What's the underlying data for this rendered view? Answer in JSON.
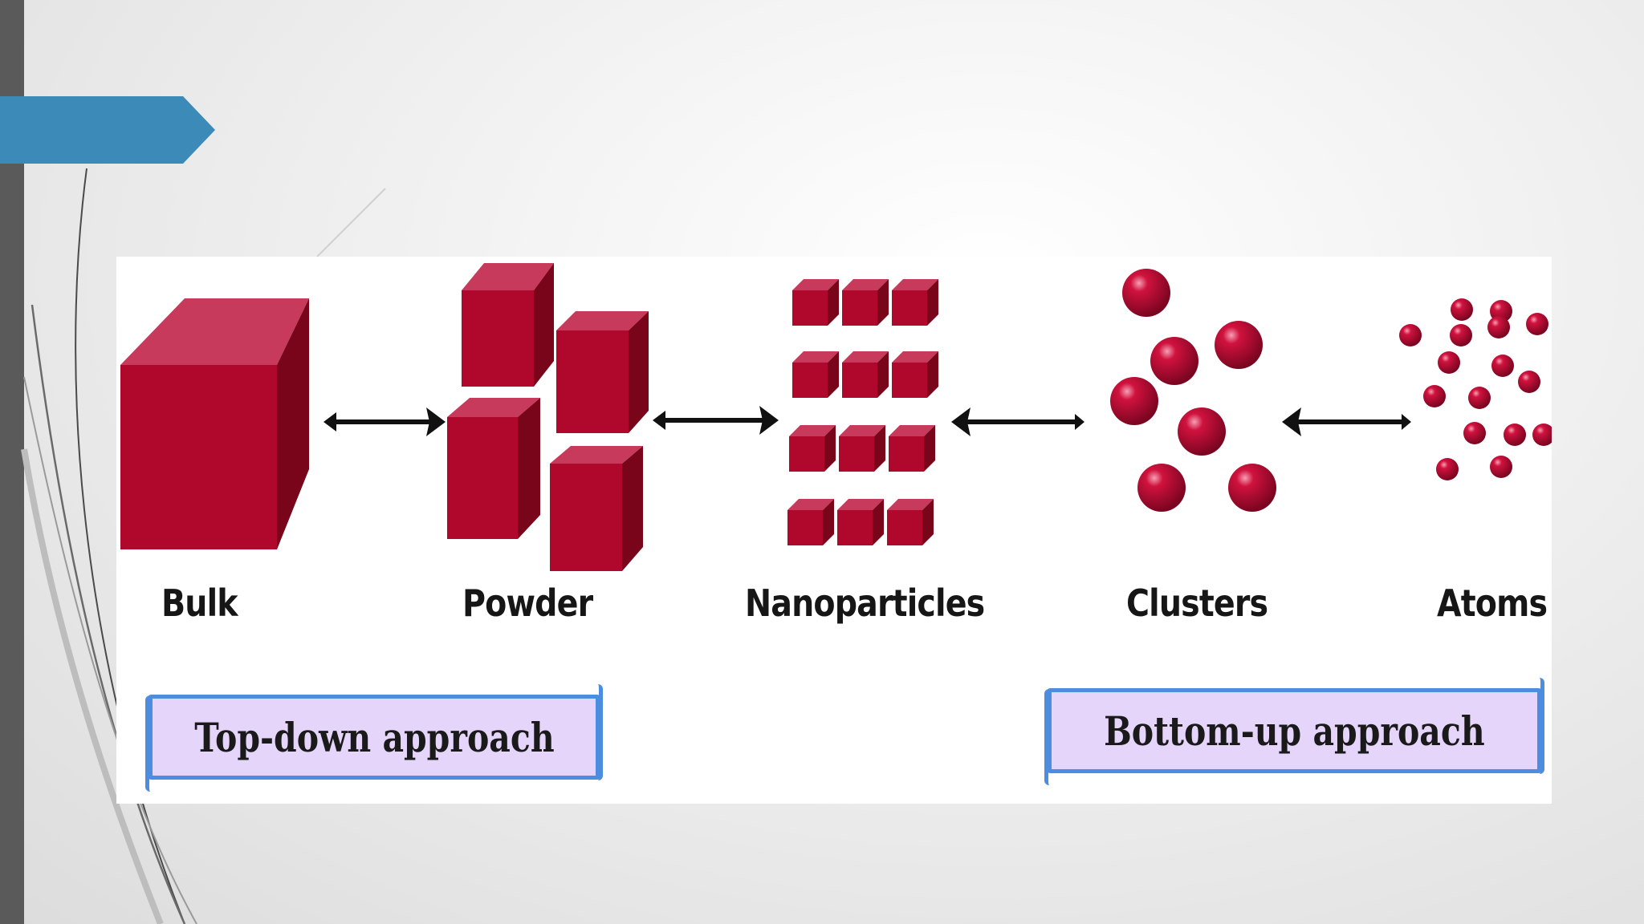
{
  "stages": [
    {
      "name": "bulk",
      "label": "Bulk"
    },
    {
      "name": "powder",
      "label": "Powder"
    },
    {
      "name": "nanoparticles",
      "label": "Nanoparticles"
    },
    {
      "name": "clusters",
      "label": "Clusters"
    },
    {
      "name": "atoms",
      "label": "Atoms"
    }
  ],
  "banners": {
    "top_down": "Top-down approach",
    "bottom_up": "Bottom-up approach"
  },
  "colors": {
    "title_arrow": "#3b8ab8",
    "side_bar": "#5a5a5a",
    "cube_front": "#b0082c",
    "cube_top": "#c83a5c",
    "cube_side": "#780519",
    "banner_fill": "#e6d5fb",
    "banner_border": "#4d8de0"
  },
  "icons": [
    "title-arrow-shape",
    "double-arrow-icon",
    "left-arrow-icon",
    "cube-icon",
    "sphere-icon"
  ]
}
